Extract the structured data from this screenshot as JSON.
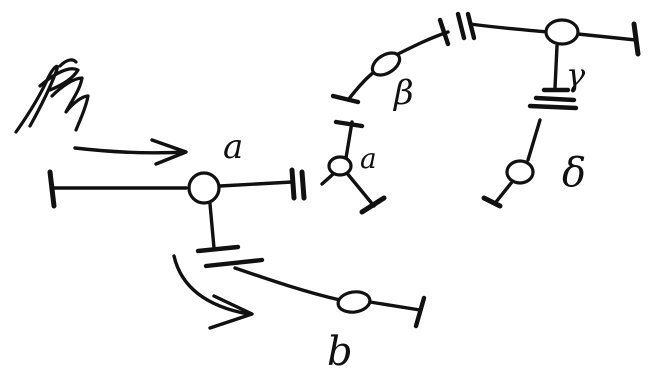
{
  "colors": {
    "ink": "#111111",
    "paper": "#ffffff"
  },
  "labels": {
    "main": "a",
    "lower": "b",
    "branch": "a",
    "beta": "β",
    "gamma": "γ",
    "delta": "δ"
  }
}
